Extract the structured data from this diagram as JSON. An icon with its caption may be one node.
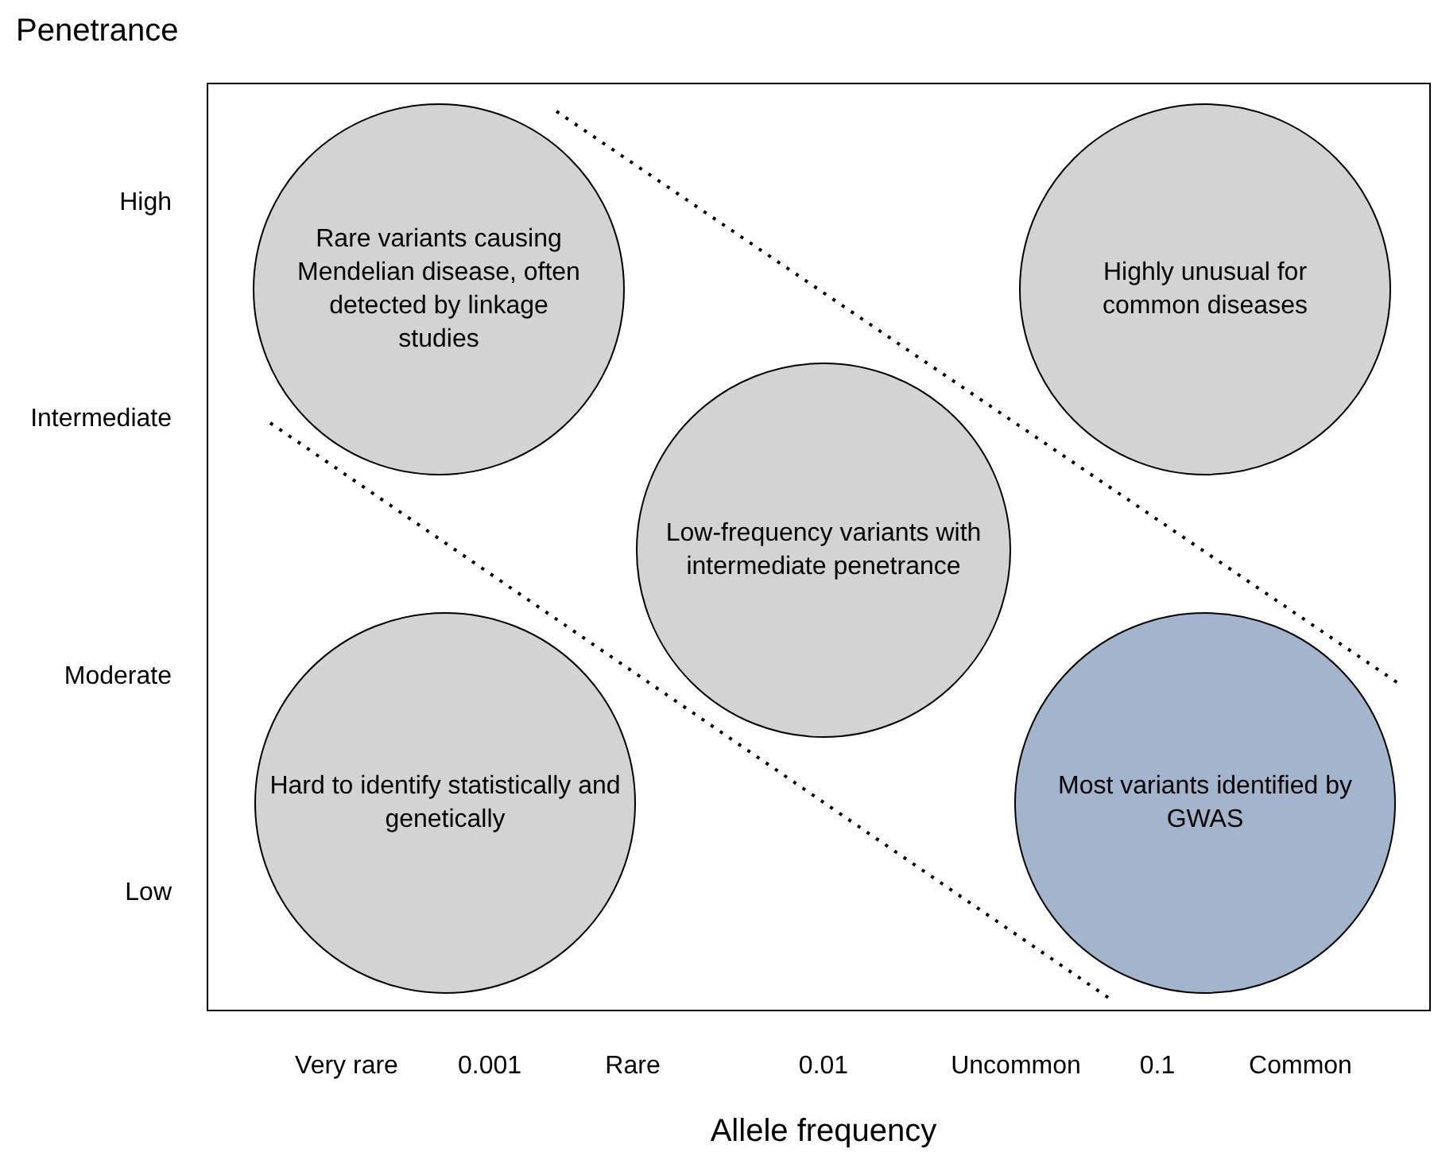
{
  "diagram": {
    "nodes": [
      {
        "text": [
          "Rare variants causing Mendelian disease, often detected by linkage studies"
        ]
      },
      {
        "text": [
          "Highly unusual for common diseases"
        ]
      },
      {
        "text": [
          "Low-frequency variants with intermediate penetrance"
        ]
      },
      {
        "text": [
          "Hard to identify statistically and genetically"
        ]
      },
      {
        "text": [
          "Most variants identified by GWAS"
        ]
      }
    ],
    "labels": [
      "Penetrance",
      "High",
      "Intermediate",
      "Moderate",
      "Low",
      "Very rare",
      "0.001",
      "Rare",
      "0.01",
      "Uncommon",
      "0.1",
      "Common",
      "Allele frequency"
    ]
  }
}
